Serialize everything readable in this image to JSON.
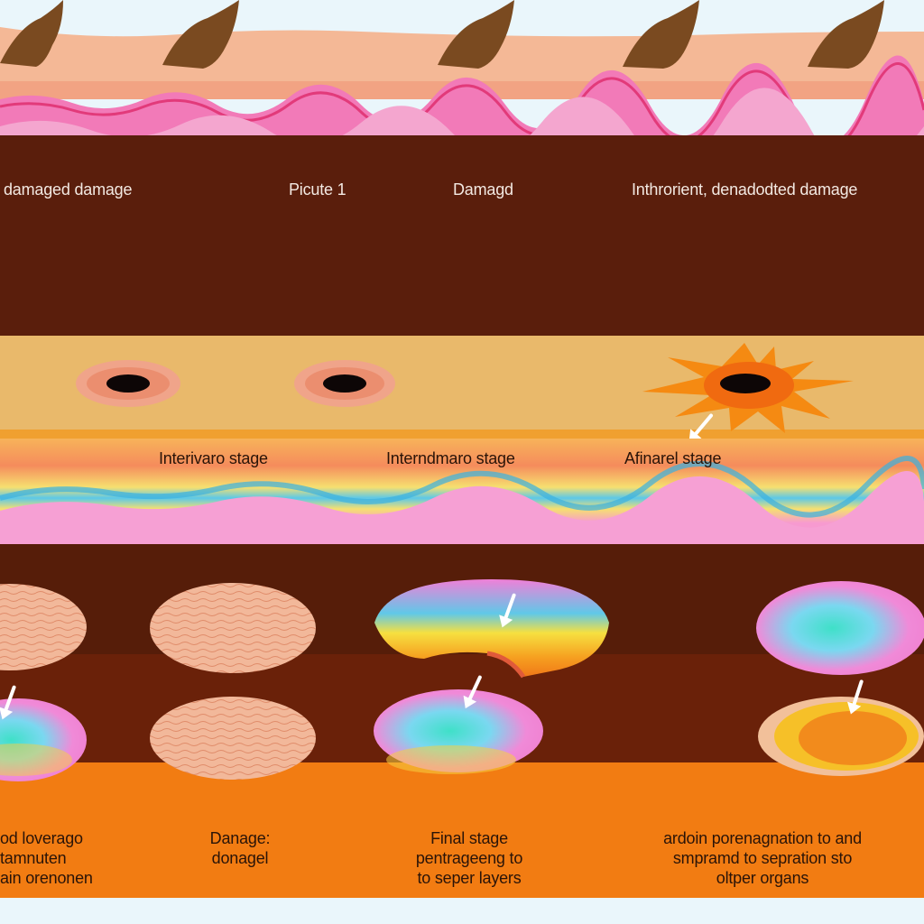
{
  "row1_labels": [
    "damaged damage",
    "Picute 1",
    "Damagd",
    "Inthrorient, denadodted damage"
  ],
  "row2_labels": [
    "Interivaro stage",
    "Interndmaro stage",
    "Afinarel stage"
  ],
  "row3_captions": [
    [
      "od loverago",
      "tamnuten",
      "ain orenonen"
    ],
    [
      "Danage:",
      "donagel"
    ],
    [
      "Final  stage",
      "pentrageeng to",
      "to seper layers"
    ],
    [
      "ardoin porenagnation to and",
      "smpramd to  sepration sto",
      "oltper organs"
    ]
  ],
  "colors": {
    "sky": "#eaf6fb",
    "skin_surface": "#f4b896",
    "pink_band": "#f27ab8",
    "dermis_dark": "#5a1e0c",
    "tan_band": "#e9b96b",
    "bottom_orange": "#f27c12",
    "hair": "#7a4a20"
  },
  "icons": [
    "hair-follicle-icon",
    "lesion-icon",
    "sunburst-lesion-icon",
    "arrow-icon"
  ]
}
